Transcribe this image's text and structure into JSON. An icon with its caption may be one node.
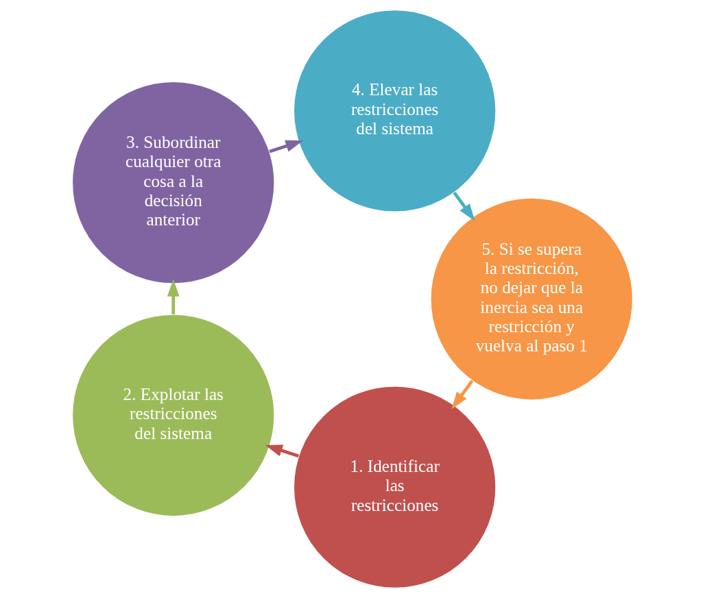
{
  "diagram": {
    "nodes": [
      {
        "text": [
          "1. Identificar las restricciones"
        ]
      },
      {
        "text": [
          "2. Explotar las restricciones del sistema"
        ]
      },
      {
        "text": [
          "3. Subordinar cualquier otra cosa a la decisión anterior"
        ]
      },
      {
        "text": [
          "4. Elevar las restricciones del sistema"
        ]
      },
      {
        "text": [
          "5. Si se supera la restricción, no dejar que la inercia sea una restricción y vuelva al paso 1"
        ]
      }
    ],
    "edges": [
      {
        "from": 0,
        "to": 1,
        "arrow": "to",
        "color": "#c0504d"
      },
      {
        "from": 1,
        "to": 2,
        "arrow": "to",
        "color": "#9bbb59"
      },
      {
        "from": 2,
        "to": 3,
        "arrow": "to",
        "color": "#8064a2"
      },
      {
        "from": 3,
        "to": 4,
        "arrow": "to",
        "color": "#4bacc6"
      },
      {
        "from": 4,
        "to": 0,
        "arrow": "to",
        "color": "#f79646"
      }
    ]
  }
}
